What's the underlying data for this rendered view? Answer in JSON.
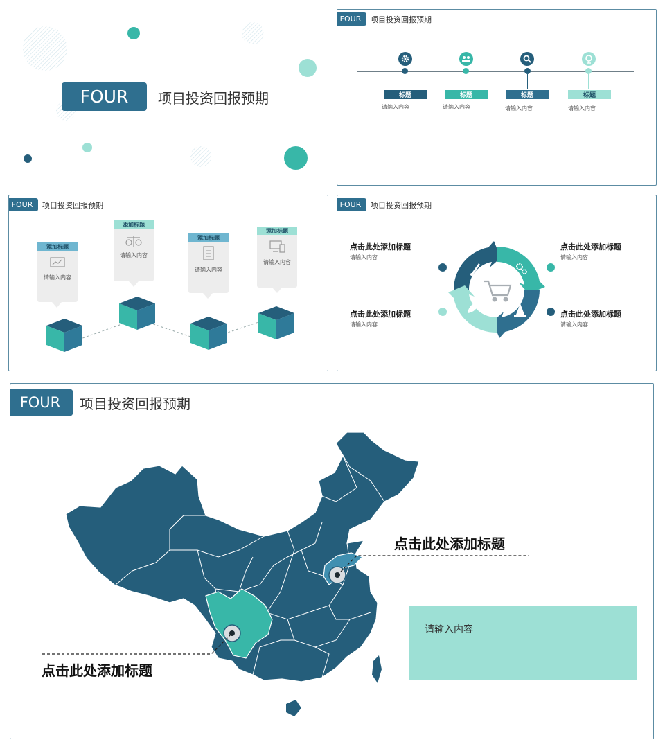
{
  "colors": {
    "navy": "#255e7b",
    "teal": "#38b7a8",
    "mint": "#9de0d5",
    "border": "#5c8ca3"
  },
  "badge": "FOUR",
  "title": "项目投资回报预期",
  "slide2": {
    "labels": [
      "标题",
      "标题",
      "标题",
      "标题"
    ],
    "contents": [
      "请输入内容",
      "请输入内容",
      "请输入内容",
      "请输入内容"
    ],
    "icons": [
      "gear-icon",
      "people-icon",
      "search-icon",
      "globe-icon"
    ]
  },
  "slide3": {
    "cards": [
      {
        "head": "添加标题",
        "text": "请输入内容",
        "icon": "chart-board-icon"
      },
      {
        "head": "添加标题",
        "text": "请输入内容",
        "icon": "balance-icon"
      },
      {
        "head": "添加标题",
        "text": "请输入内容",
        "icon": "document-icon"
      },
      {
        "head": "添加标题",
        "text": "请输入内容",
        "icon": "devices-icon"
      }
    ]
  },
  "slide4": {
    "items": [
      {
        "title": "点击此处添加标题",
        "text": "请输入内容"
      },
      {
        "title": "点击此处添加标题",
        "text": "请输入内容"
      },
      {
        "title": "点击此处添加标题",
        "text": "请输入内容"
      },
      {
        "title": "点击此处添加标题",
        "text": "请输入内容"
      }
    ],
    "icons": [
      "rocket-icon",
      "gears-icon",
      "leaf-icon",
      "traffic-cone-icon",
      "cart-icon"
    ]
  },
  "slide5": {
    "callout_right": "点击此处添加标题",
    "callout_left": "点击此处添加标题",
    "content": "请输入内容"
  }
}
